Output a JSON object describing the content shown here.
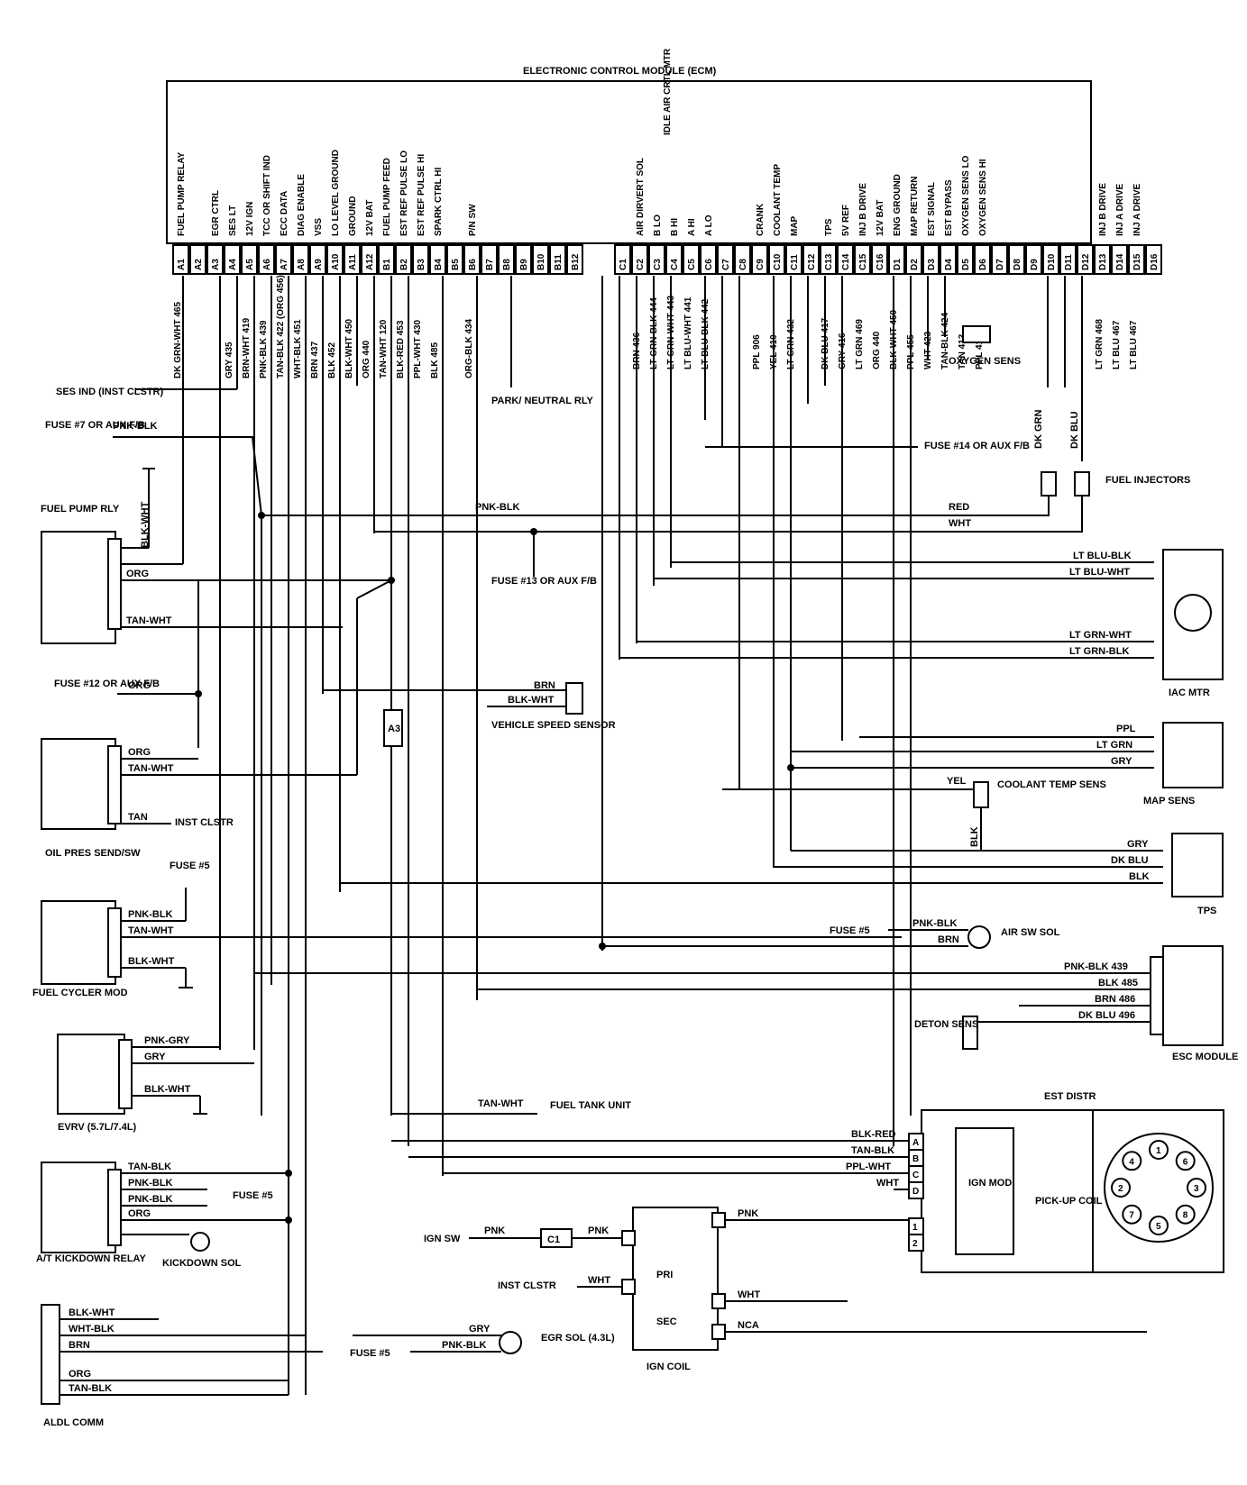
{
  "ecm": {
    "title": "ELECTRONIC CONTROL MODULE (ECM)",
    "functions_a": [
      "FUEL PUMP RELAY",
      "",
      "EGR CTRL",
      "SES LT",
      "12V IGN",
      "TCC OR SHIFT IND",
      "ECC DATA",
      "DIAG ENABLE",
      "VSS",
      "LO LEVEL GROUND",
      "GROUND",
      "12V BAT",
      "FUEL PUMP FEED",
      "EST REF PULSE LO"
    ],
    "functions_b": [
      "EST REF PULSE HI",
      "SPARK CTRL HI",
      "P/N SW"
    ],
    "functions_c": [
      "AIR DIRVERT SOL",
      "B LO",
      "B HI",
      "A HI",
      "A LO",
      "CRANK",
      "COOLANT TEMP",
      "MAP",
      "TPS",
      "5V REF",
      "INJ B DRIVE",
      "12V BAT",
      "ENG GROUND",
      "MAP RETURN",
      "EST SIGNAL",
      "EST BYPASS",
      "OXYGEN SENS LO",
      "OXYGEN SENS HI",
      "INJ B DRIVE",
      "INJ A DRIVE",
      "INJ A DRIVE"
    ],
    "idle_air_label": "IDLE AIR CRTL MTR",
    "pins": [
      "A1",
      "A2",
      "A3",
      "A4",
      "A5",
      "A6",
      "A7",
      "A8",
      "A9",
      "A10",
      "A11",
      "A12",
      "B1",
      "B2",
      "B3",
      "B4",
      "B5",
      "B6",
      "B7",
      "B8",
      "B9",
      "B10",
      "B11",
      "B12",
      "C1",
      "C2",
      "C3",
      "C4",
      "C5",
      "C6",
      "C7",
      "C8",
      "C9",
      "C10",
      "C11",
      "C12",
      "C13",
      "C14",
      "C15",
      "C16",
      "D1",
      "D2",
      "D3",
      "D4",
      "D5",
      "D6",
      "D7",
      "D8",
      "D9",
      "D10",
      "D11",
      "D12",
      "D13",
      "D14",
      "D15",
      "D16"
    ]
  },
  "wire_labels_left": [
    "DK GRN-WHT 465",
    "GRY 435",
    "BRN-WHT 419",
    "PNK-BLK 439",
    "TAN-BLK 422 (ORG 456)",
    "WHT-BLK 451",
    "BRN 437",
    "BLK 452",
    "BLK-WHT 450",
    "ORG 440",
    "TAN-WHT 120",
    "BLK-RED 453",
    "PPL-WHT 430",
    "BLK 485",
    "ORG-BLK 434"
  ],
  "wire_labels_right": [
    "BRN 436",
    "LT GRN-BLK 444",
    "LT GRN-WHT 443",
    "LT BLU-WHT 441",
    "LT BLU-BLK 442",
    "PPL 906",
    "YEL 410",
    "LT GRN 432",
    "DK BLU 417",
    "GRY 416",
    "LT GRN 469",
    "ORG 440",
    "BLK-WHT 450",
    "PPL 455",
    "WHT 423",
    "TAN-BLK 424",
    "TAN 413",
    "PPL 412",
    "LT GRN 468",
    "LT BLU 467",
    "LT BLU 467"
  ],
  "components": {
    "ses_ind": "SES IND (INST CLSTR)",
    "fuse7": "FUSE #7 OR AUX F/B",
    "fuel_pump_rly": "FUEL PUMP RLY",
    "fuse12": "FUSE #12 OR AUX F/B",
    "oil_pres": "OIL PRES SEND/SW",
    "fuse5a": "FUSE #5",
    "fuel_cycler": "FUEL CYCLER MOD",
    "evrv": "EVRV (5.7L/7.4L)",
    "kickdown_relay": "A/T KICKDOWN RELAY",
    "kickdown_sol": "KICKDOWN SOL",
    "fuse5b": "FUSE #5",
    "aldl": "ALDL COMM",
    "park_neutral": "PARK/ NEUTRAL RLY",
    "fuse13": "FUSE #13 OR AUX F/B",
    "vss": "VEHICLE SPEED SENSOR",
    "fuse_tank": "FUEL TANK UNIT",
    "ign_sw": "IGN SW",
    "inst_clstr": "INST CLSTR",
    "fuse5c": "FUSE #5",
    "egr_sol": "EGR SOL (4.3L)",
    "ign_coil": "IGN COIL",
    "oxygen_sens": "OXYGEN SENS",
    "fuse14": "FUSE #14 OR AUX F/B",
    "fuel_injectors": "FUEL INJECTORS",
    "iac_mtr": "IAC MTR",
    "map_sens": "MAP SENS",
    "coolant": "COOLANT TEMP SENS",
    "tps": "TPS",
    "air_sw": "AIR SW SOL",
    "fuse5d": "FUSE #5",
    "esc": "ESC MODULE",
    "deton": "DETON SENS",
    "est_distr": "EST DISTR",
    "ign_mod": "IGN MOD",
    "pickup": "PICK-UP COIL",
    "inst_clstr2": "INST CLSTR",
    "a3": "A3"
  },
  "wires": {
    "pnk_blk": "PNK-BLK",
    "blk_wht": "BLK-WHT",
    "org": "ORG",
    "tan_wht": "TAN-WHT",
    "tan": "TAN",
    "pnk_gry": "PNK-GRY",
    "gry": "GRY",
    "tan_blk": "TAN-BLK",
    "wht_blk": "WHT-BLK",
    "brn": "BRN",
    "pnk": "PNK",
    "wht": "WHT",
    "red": "RED",
    "nca": "NCA",
    "dk_grn": "DK GRN",
    "dk_blu": "DK BLU",
    "lt_blu_blk": "LT BLU-BLK",
    "lt_blu_wht": "LT BLU-WHT",
    "lt_grn_wht": "LT GRN-WHT",
    "lt_grn_blk": "LT GRN-BLK",
    "ppl": "PPL",
    "lt_grn": "LT GRN",
    "yel": "YEL",
    "blk": "BLK",
    "pnk_blk_439": "PNK-BLK 439",
    "blk_485": "BLK 485",
    "brn_486": "BRN 486",
    "dk_blu_496": "DK BLU 496",
    "blk_red": "BLK-RED",
    "ppl_wht": "PPL-WHT",
    "c1": "C1",
    "pri": "PRI",
    "sec": "SEC"
  },
  "distr_letters": [
    "A",
    "B",
    "C",
    "D"
  ],
  "distr_numbers": [
    "1",
    "2",
    "3",
    "4",
    "5",
    "6",
    "7",
    "8"
  ]
}
